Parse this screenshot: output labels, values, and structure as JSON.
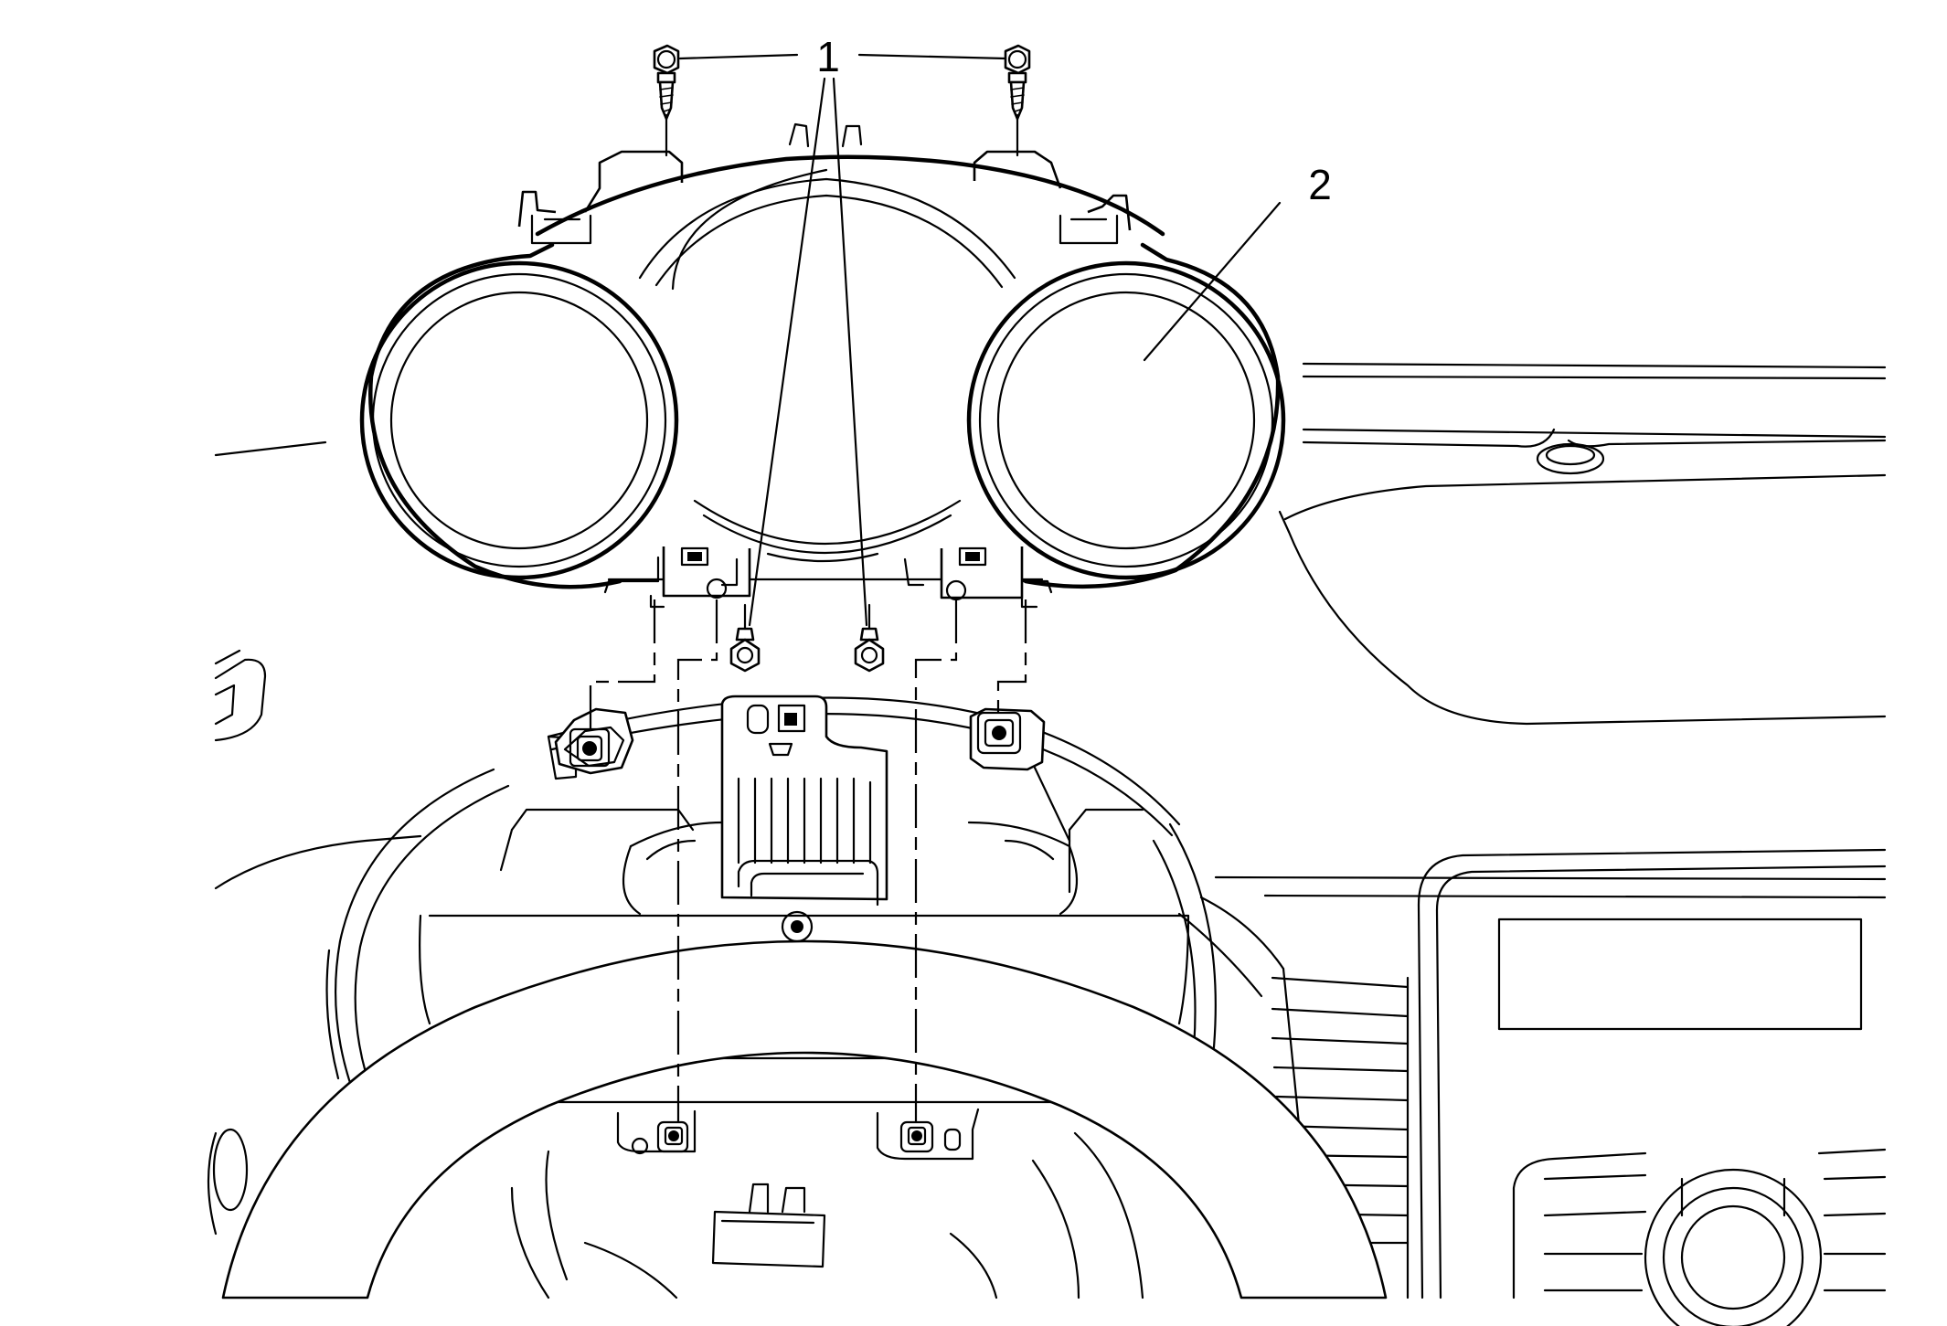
{
  "callouts": [
    {
      "id": "fastener",
      "label": "1"
    },
    {
      "id": "instrument-cluster",
      "label": "2"
    }
  ],
  "colors": {
    "line": "#000000",
    "background": "#ffffff"
  }
}
